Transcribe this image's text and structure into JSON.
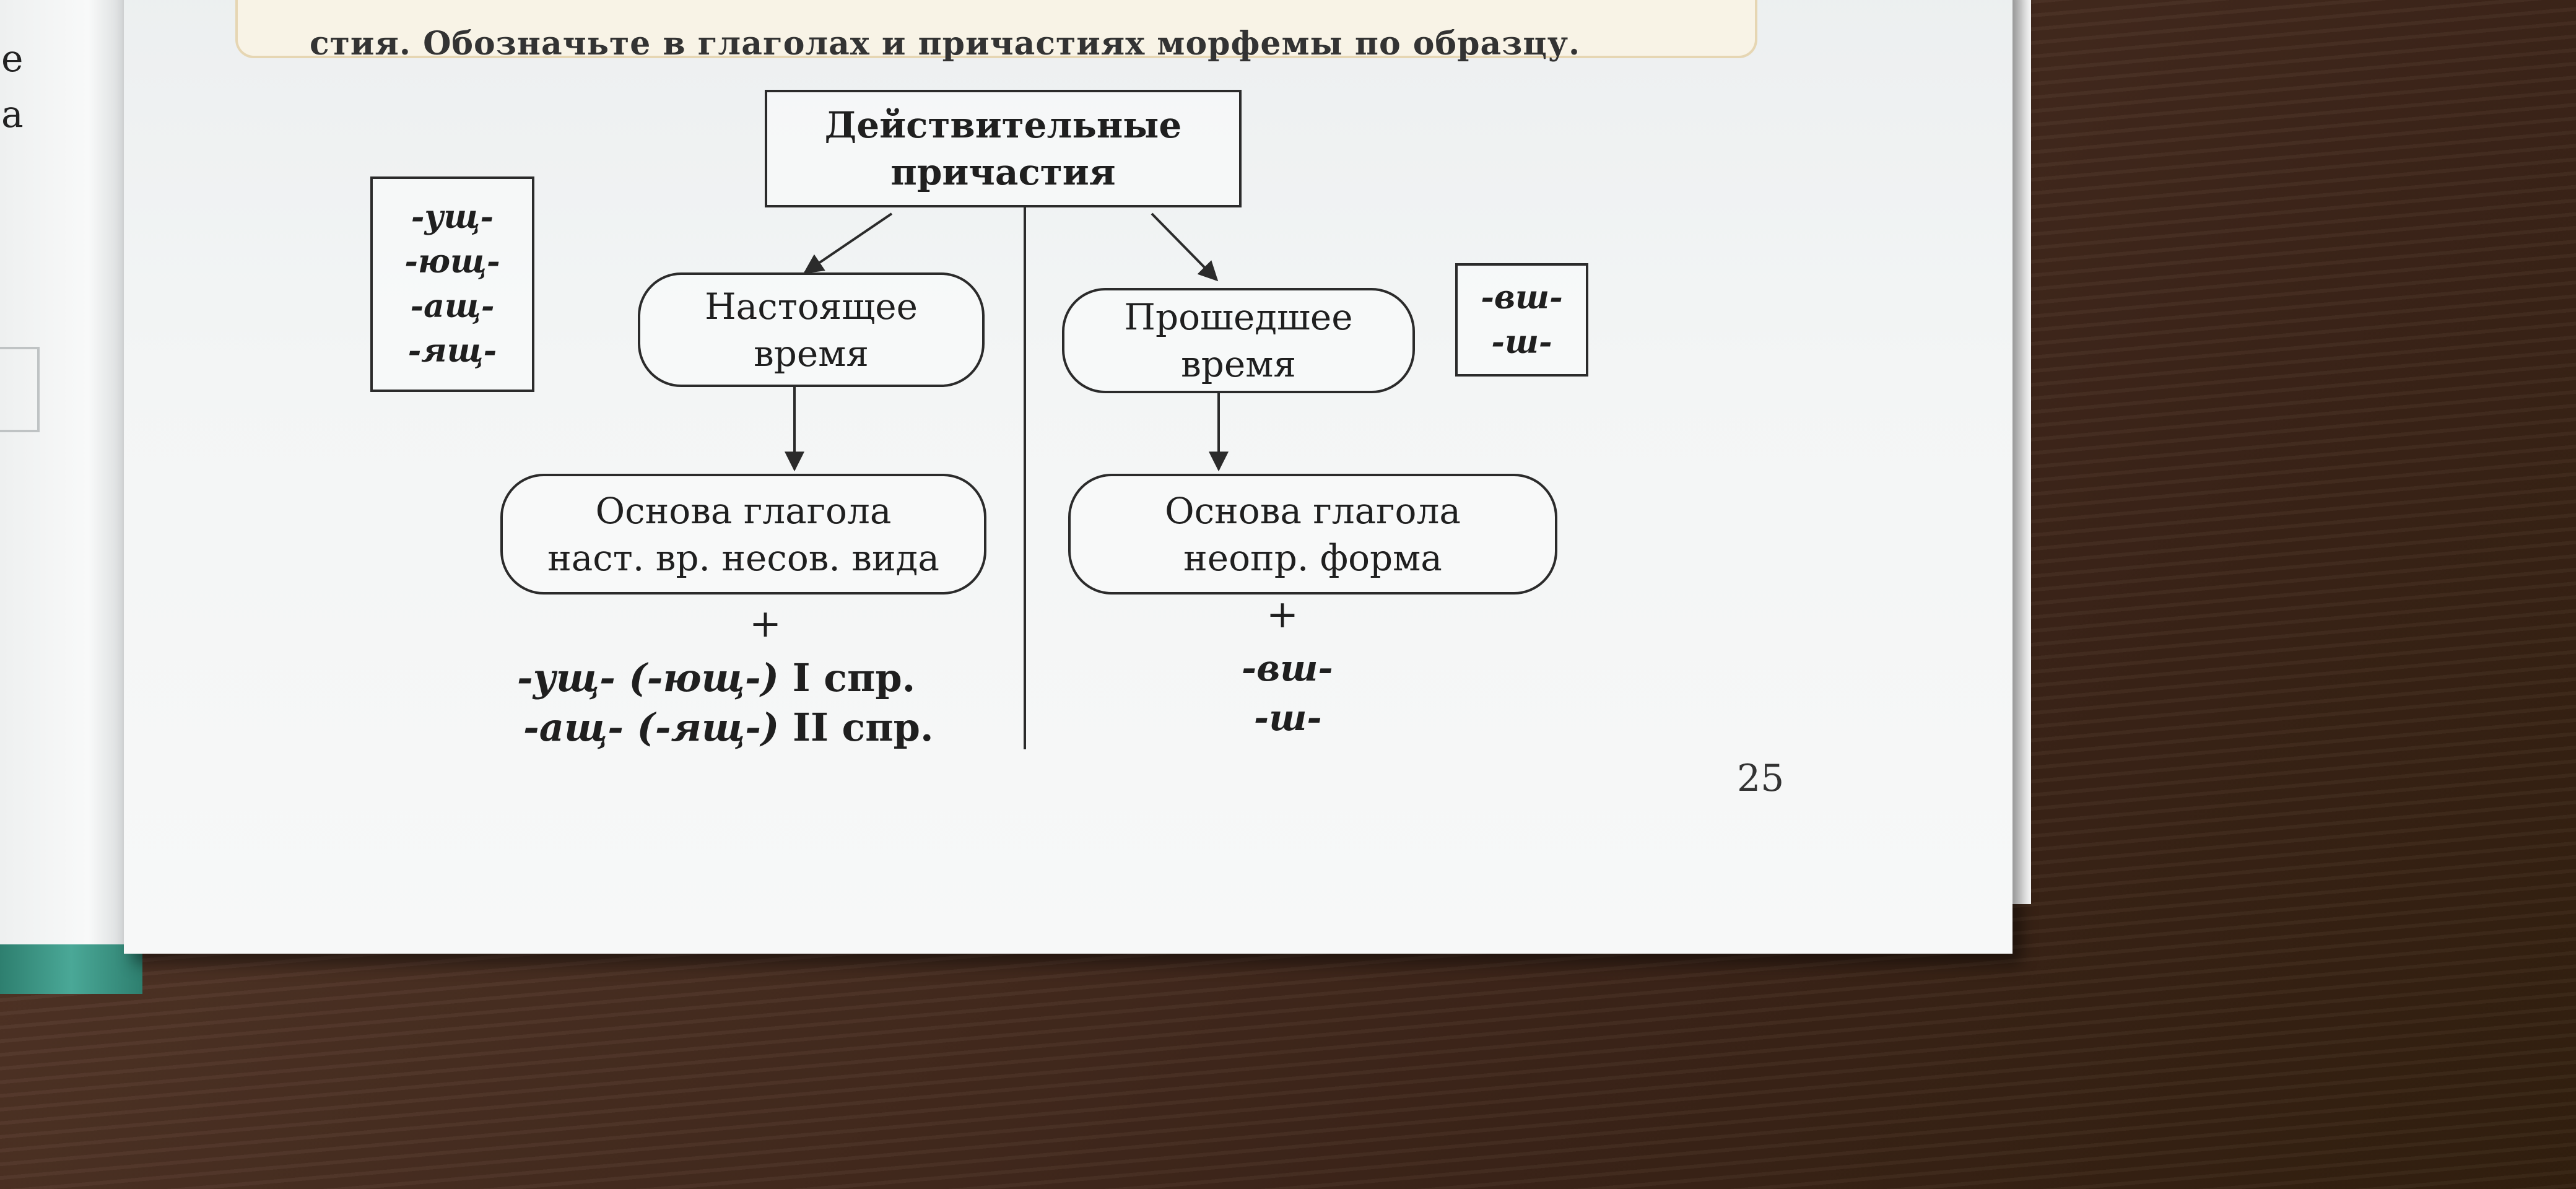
{
  "header": {
    "instruction_text": "стия. Обозначьте в глаголах и причастиях морфемы по образцу."
  },
  "diagram": {
    "root": {
      "line1": "Действительные",
      "line2": "причастия"
    },
    "present": {
      "title_line1": "Настоящее",
      "title_line2": "время",
      "suffixes": [
        "-ущ-",
        "-ющ-",
        "-ащ-",
        "-ящ-"
      ],
      "base_line1": "Основа глагола",
      "base_line2": "наст. вр. несов. вида",
      "plus": "+",
      "rule1_suffix": "-ущ- (-ющ-)",
      "rule1_conj": "I спр.",
      "rule2_suffix": "-ащ- (-ящ-)",
      "rule2_conj": "II спр."
    },
    "past": {
      "title_line1": "Прошедшее",
      "title_line2": "время",
      "suffixes": [
        "-вш-",
        "-ш-"
      ],
      "base_line1": "Основа глагола",
      "base_line2": "неопр. форма",
      "plus": "+",
      "rule1": "-вш-",
      "rule2": "-ш-"
    }
  },
  "page_number": "25"
}
